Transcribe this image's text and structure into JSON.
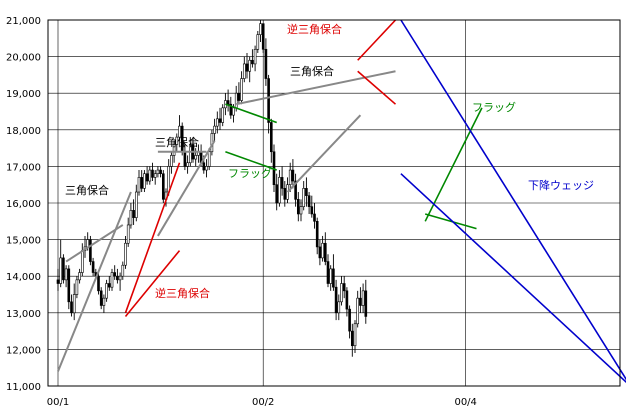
{
  "chart_data": {
    "type": "candlestick",
    "title": "",
    "xlabel": "",
    "ylabel": "",
    "ylim": [
      11000,
      21000
    ],
    "yticks": [
      11000,
      12000,
      13000,
      14000,
      15000,
      16000,
      17000,
      18000,
      19000,
      20000,
      21000
    ],
    "ytick_labels": [
      "11,000",
      "12,000",
      "13,000",
      "14,000",
      "15,000",
      "16,000",
      "17,000",
      "18,000",
      "19,000",
      "20,000",
      "21,000"
    ],
    "xticks": [
      {
        "label": "00/1",
        "index": 0
      },
      {
        "label": "00/2",
        "index": 76
      },
      {
        "label": "00/4",
        "index": 151
      }
    ],
    "grid": true,
    "candles": [
      [
        13900,
        14200,
        13600,
        13800
      ],
      [
        13800,
        15000,
        13700,
        14500
      ],
      [
        14500,
        14600,
        13800,
        13900
      ],
      [
        13900,
        14300,
        13700,
        14200
      ],
      [
        14200,
        14300,
        13100,
        13300
      ],
      [
        13300,
        13500,
        12900,
        13000
      ],
      [
        13000,
        13800,
        12800,
        13500
      ],
      [
        13500,
        14000,
        13400,
        13900
      ],
      [
        13900,
        14200,
        13800,
        14100
      ],
      [
        14100,
        14900,
        14000,
        14700
      ],
      [
        14700,
        15100,
        14500,
        14800
      ],
      [
        14800,
        15200,
        14700,
        15000
      ],
      [
        15000,
        15100,
        14300,
        14400
      ],
      [
        14400,
        14500,
        14000,
        14100
      ],
      [
        14100,
        14200,
        13900,
        14000
      ],
      [
        14000,
        14100,
        13500,
        13600
      ],
      [
        13600,
        13700,
        13100,
        13200
      ],
      [
        13200,
        13500,
        13000,
        13400
      ],
      [
        13400,
        13900,
        13300,
        13800
      ],
      [
        13800,
        14000,
        13600,
        13700
      ],
      [
        13700,
        14200,
        13600,
        14100
      ],
      [
        14100,
        14300,
        13900,
        14000
      ],
      [
        14000,
        14200,
        13800,
        13900
      ],
      [
        13900,
        14100,
        13600,
        14000
      ],
      [
        14000,
        14400,
        13900,
        14300
      ],
      [
        14300,
        15100,
        14200,
        14900
      ],
      [
        14900,
        15600,
        14800,
        15400
      ],
      [
        15400,
        16000,
        15300,
        15800
      ],
      [
        15800,
        16100,
        15400,
        15600
      ],
      [
        15600,
        16500,
        15500,
        16300
      ],
      [
        16300,
        16900,
        16200,
        16700
      ],
      [
        16700,
        16900,
        16300,
        16400
      ],
      [
        16400,
        16900,
        16300,
        16800
      ],
      [
        16800,
        17000,
        16500,
        16600
      ],
      [
        16600,
        17000,
        16500,
        16900
      ],
      [
        16900,
        17100,
        16600,
        16700
      ],
      [
        16700,
        16900,
        16500,
        16800
      ],
      [
        16800,
        17000,
        16700,
        16900
      ],
      [
        16900,
        17000,
        16700,
        16800
      ],
      [
        16800,
        16900,
        16000,
        16100
      ],
      [
        16100,
        16400,
        15900,
        16300
      ],
      [
        16300,
        17200,
        16200,
        17000
      ],
      [
        17000,
        17400,
        16800,
        17300
      ],
      [
        17300,
        17700,
        17100,
        17600
      ],
      [
        17600,
        17900,
        17400,
        17800
      ],
      [
        17800,
        18400,
        17700,
        18100
      ],
      [
        18100,
        18200,
        17300,
        17400
      ],
      [
        17400,
        17600,
        16900,
        17000
      ],
      [
        17000,
        17300,
        16800,
        17100
      ],
      [
        17100,
        17800,
        17000,
        17600
      ],
      [
        17600,
        17800,
        17100,
        17200
      ],
      [
        17200,
        17500,
        17000,
        17300
      ],
      [
        17300,
        17600,
        17100,
        17400
      ],
      [
        17400,
        17600,
        17000,
        17100
      ],
      [
        17100,
        17300,
        16800,
        16900
      ],
      [
        16900,
        17200,
        16700,
        17000
      ],
      [
        17000,
        17500,
        16900,
        17400
      ],
      [
        17400,
        18000,
        17300,
        17900
      ],
      [
        17900,
        18300,
        17700,
        18100
      ],
      [
        18100,
        18500,
        17900,
        18300
      ],
      [
        18300,
        18600,
        18000,
        18200
      ],
      [
        18200,
        18700,
        18100,
        18600
      ],
      [
        18600,
        19000,
        18400,
        18800
      ],
      [
        18800,
        19100,
        18500,
        18700
      ],
      [
        18700,
        18900,
        18300,
        18400
      ],
      [
        18400,
        18700,
        18200,
        18600
      ],
      [
        18600,
        19200,
        18500,
        19000
      ],
      [
        19000,
        19300,
        18700,
        18800
      ],
      [
        18800,
        19600,
        18700,
        19400
      ],
      [
        19400,
        20000,
        19300,
        19800
      ],
      [
        19800,
        20100,
        19400,
        19600
      ],
      [
        19600,
        20000,
        19300,
        19900
      ],
      [
        19900,
        20200,
        19700,
        19800
      ],
      [
        19800,
        20300,
        19600,
        20200
      ],
      [
        20200,
        20700,
        20100,
        20600
      ],
      [
        20600,
        21000,
        20400,
        20900
      ],
      [
        20900,
        20900,
        20100,
        20200
      ],
      [
        20200,
        20500,
        19200,
        19400
      ],
      [
        19400,
        19500,
        17900,
        18200
      ],
      [
        18200,
        18300,
        17100,
        17400
      ],
      [
        17400,
        17600,
        16300,
        16500
      ],
      [
        16500,
        16800,
        15800,
        16000
      ],
      [
        16000,
        16900,
        15900,
        16700
      ],
      [
        16700,
        17000,
        16200,
        16400
      ],
      [
        16400,
        16600,
        15900,
        16100
      ],
      [
        16100,
        16700,
        16000,
        16500
      ],
      [
        16500,
        17100,
        16300,
        16900
      ],
      [
        16900,
        17200,
        16400,
        16600
      ],
      [
        16600,
        16800,
        15900,
        16100
      ],
      [
        16100,
        16300,
        15500,
        15700
      ],
      [
        15700,
        16100,
        15500,
        15900
      ],
      [
        15900,
        16600,
        15800,
        16400
      ],
      [
        16400,
        16700,
        15900,
        16200
      ],
      [
        16200,
        16300,
        15700,
        15900
      ],
      [
        15900,
        16200,
        15600,
        15700
      ],
      [
        15700,
        16000,
        15300,
        15500
      ],
      [
        15500,
        15600,
        14600,
        14800
      ],
      [
        14800,
        15000,
        14300,
        14500
      ],
      [
        14500,
        15100,
        14400,
        14900
      ],
      [
        14900,
        15200,
        14300,
        14400
      ],
      [
        14400,
        14600,
        13700,
        13800
      ],
      [
        13800,
        14300,
        13600,
        14200
      ],
      [
        14200,
        14600,
        13600,
        13700
      ],
      [
        13700,
        13900,
        12800,
        13000
      ],
      [
        13000,
        13500,
        12800,
        13300
      ],
      [
        13300,
        14000,
        13200,
        13800
      ],
      [
        13800,
        14000,
        13400,
        13600
      ],
      [
        13600,
        13700,
        12900,
        13100
      ],
      [
        13100,
        13200,
        12300,
        12500
      ],
      [
        12500,
        12700,
        11800,
        12100
      ],
      [
        12100,
        12800,
        11900,
        12700
      ],
      [
        12700,
        13600,
        12600,
        13400
      ],
      [
        13400,
        13700,
        13000,
        13200
      ],
      [
        13200,
        13800,
        13000,
        13600
      ],
      [
        13600,
        13900,
        12700,
        12900
      ]
    ],
    "x_spacing": 2.7,
    "up_color": "#ffffff",
    "down_color": "#000000",
    "annotations": [
      {
        "text": "三角保合",
        "color": "#000000"
      },
      {
        "text": "逆三角保合",
        "color": "#dd0000"
      },
      {
        "text": "三角保合",
        "color": "#000000"
      },
      {
        "text": "フラッグ",
        "color": "#008800"
      },
      {
        "text": "三角保合",
        "color": "#000000"
      },
      {
        "text": "逆三角保合",
        "color": "#dd0000"
      },
      {
        "text": "フラッグ",
        "color": "#008800"
      },
      {
        "text": "下降ウェッジ",
        "color": "#0000cc"
      }
    ],
    "trendlines": [
      {
        "kind": "triangle",
        "color": "#888888",
        "points": [
          [
            0,
            11400
          ],
          [
            27,
            16300
          ]
        ]
      },
      {
        "kind": "triangle",
        "color": "#888888",
        "points": [
          [
            3,
            14400
          ],
          [
            24,
            15400
          ]
        ]
      },
      {
        "kind": "reverse-triangle",
        "color": "#dd0000",
        "points": [
          [
            25,
            13000
          ],
          [
            45,
            17100
          ]
        ]
      },
      {
        "kind": "reverse-triangle",
        "color": "#dd0000",
        "points": [
          [
            25,
            12900
          ],
          [
            45,
            14700
          ]
        ]
      },
      {
        "kind": "triangle",
        "color": "#888888",
        "points": [
          [
            37,
            15100
          ],
          [
            58,
            17700
          ]
        ]
      },
      {
        "kind": "triangle",
        "color": "#888888",
        "points": [
          [
            37,
            17400
          ],
          [
            55,
            17400
          ]
        ]
      },
      {
        "kind": "flag",
        "color": "#008800",
        "points": [
          [
            62,
            17400
          ],
          [
            81,
            16900
          ]
        ]
      },
      {
        "kind": "flag",
        "color": "#008800",
        "points": [
          [
            62,
            18700
          ],
          [
            81,
            18200
          ]
        ]
      },
      {
        "kind": "triangle",
        "color": "#888888",
        "points": [
          [
            66,
            18700
          ],
          [
            125,
            19600
          ]
        ]
      },
      {
        "kind": "triangle",
        "color": "#888888",
        "points": [
          [
            85,
            16300
          ],
          [
            112,
            18400
          ]
        ]
      },
      {
        "kind": "reverse-triangle",
        "color": "#dd0000",
        "points": [
          [
            111,
            19900
          ],
          [
            125,
            21000
          ]
        ]
      },
      {
        "kind": "reverse-triangle",
        "color": "#dd0000",
        "points": [
          [
            111,
            19600
          ],
          [
            125,
            18700
          ]
        ]
      },
      {
        "kind": "flag",
        "color": "#008800",
        "points": [
          [
            136,
            15500
          ],
          [
            157,
            18600
          ]
        ]
      },
      {
        "kind": "flag",
        "color": "#008800",
        "points": [
          [
            136,
            15700
          ],
          [
            155,
            15300
          ]
        ]
      },
      {
        "kind": "wedge",
        "color": "#0000cc",
        "points": [
          [
            127,
            21000
          ],
          [
            212,
            11000
          ]
        ]
      },
      {
        "kind": "wedge",
        "color": "#0000cc",
        "points": [
          [
            127,
            16800
          ],
          [
            212,
            11000
          ]
        ]
      }
    ]
  }
}
